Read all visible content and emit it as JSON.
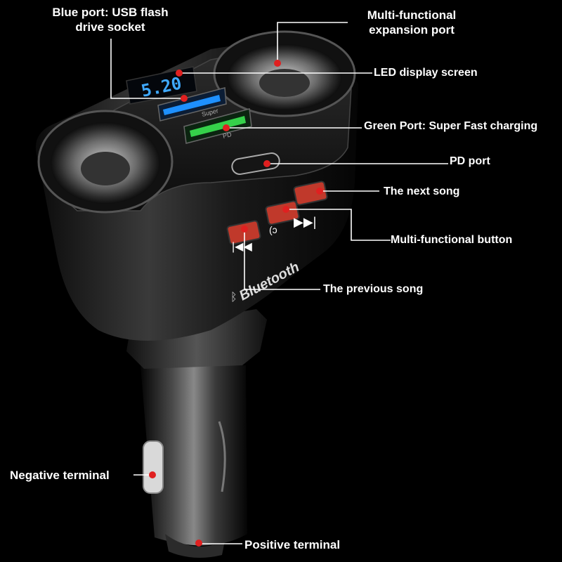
{
  "colors": {
    "background": "#000000",
    "label_text": "#ffffff",
    "callout_line": "#ffffff",
    "callout_dot": "#e02020",
    "led_digits": "#3fa9ff",
    "blue_port": "#1e90ff",
    "green_port": "#35d14a",
    "button_red": "#c0392b"
  },
  "labels": {
    "blue_port": [
      "Blue port: USB flash",
      "drive socket"
    ],
    "expansion_port": [
      "Multi-functional",
      "expansion port"
    ],
    "led_display": "LED display screen",
    "green_port": "Green Port: Super Fast charging",
    "pd_port": "PD port",
    "next_song": "The next song",
    "multi_button": "Multi-functional button",
    "previous_song": "The previous song",
    "negative_terminal": "Negative terminal",
    "positive_terminal": "Positive terminal"
  },
  "device_text": {
    "led_readout": "5.20",
    "brand": "Bluetooth",
    "port_super": "Super",
    "port_pd": "PD"
  },
  "icons": {
    "next_song_button": "next-track-icon",
    "multi_button": "play-pause-icon",
    "previous_song_button": "previous-track-icon",
    "bluetooth": "bluetooth-icon"
  }
}
